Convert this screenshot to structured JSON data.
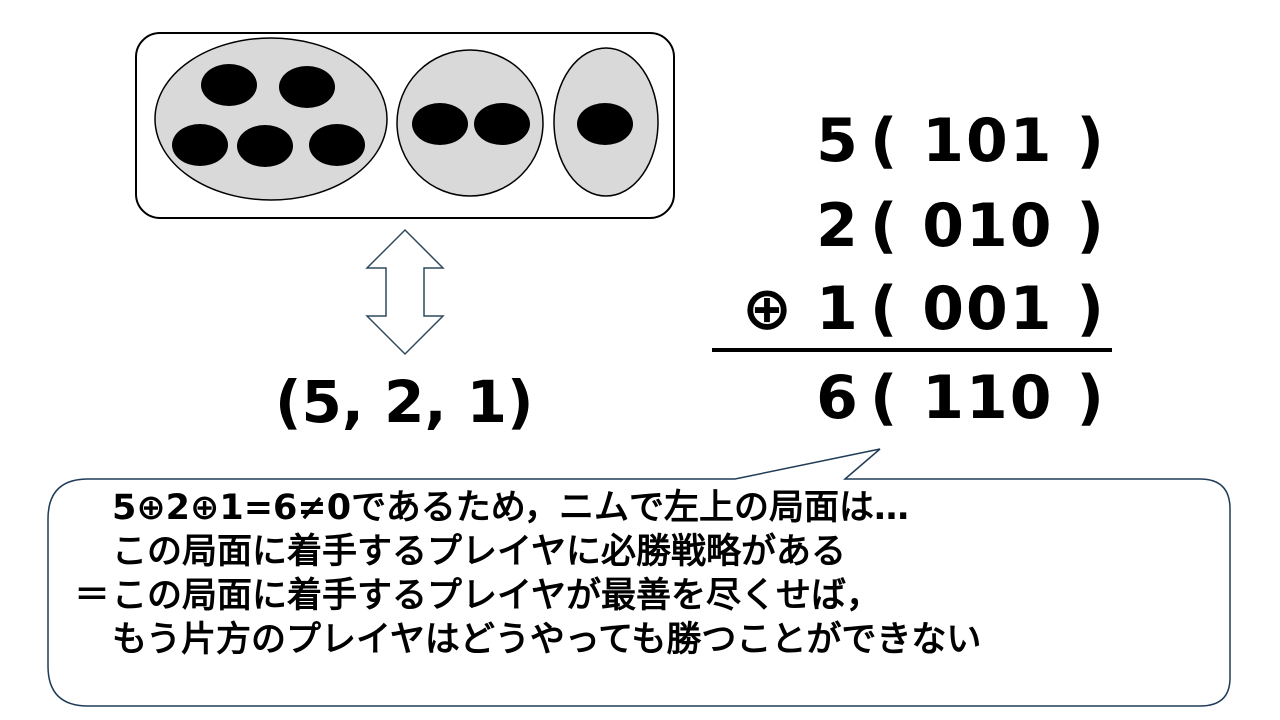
{
  "position_tuple": "(5, 2, 1)",
  "xor_operator": "⊕",
  "xor_rows": [
    {
      "operator": "",
      "decimal": "5",
      "binary": "( 101 )"
    },
    {
      "operator": "",
      "decimal": "2",
      "binary": "( 010 )"
    },
    {
      "operator": "⊕",
      "decimal": "1",
      "binary": "( 001 )"
    }
  ],
  "xor_result": {
    "decimal": "6",
    "binary": "( 110 )"
  },
  "heaps": [
    {
      "name": "heap-1",
      "stones": 5
    },
    {
      "name": "heap-2",
      "stones": 2
    },
    {
      "name": "heap-3",
      "stones": 1
    }
  ],
  "colors": {
    "heap_fill": "#d9d9d9",
    "stone": "#000000",
    "callout_border": "#1f3b57",
    "arrow_stroke": "#2f4a5f"
  },
  "callout": {
    "lines": [
      {
        "prefix": "",
        "text": "5⊕2⊕1=6≠0であるため，ニムで左上の局面は…"
      },
      {
        "prefix": "",
        "text": "この局面に着手するプレイヤに必勝戦略がある"
      },
      {
        "prefix": "＝",
        "text": "この局面に着手するプレイヤが最善を尽くせば，"
      },
      {
        "prefix": "",
        "text": "もう片方のプレイヤはどうやっても勝つことができない"
      }
    ]
  }
}
